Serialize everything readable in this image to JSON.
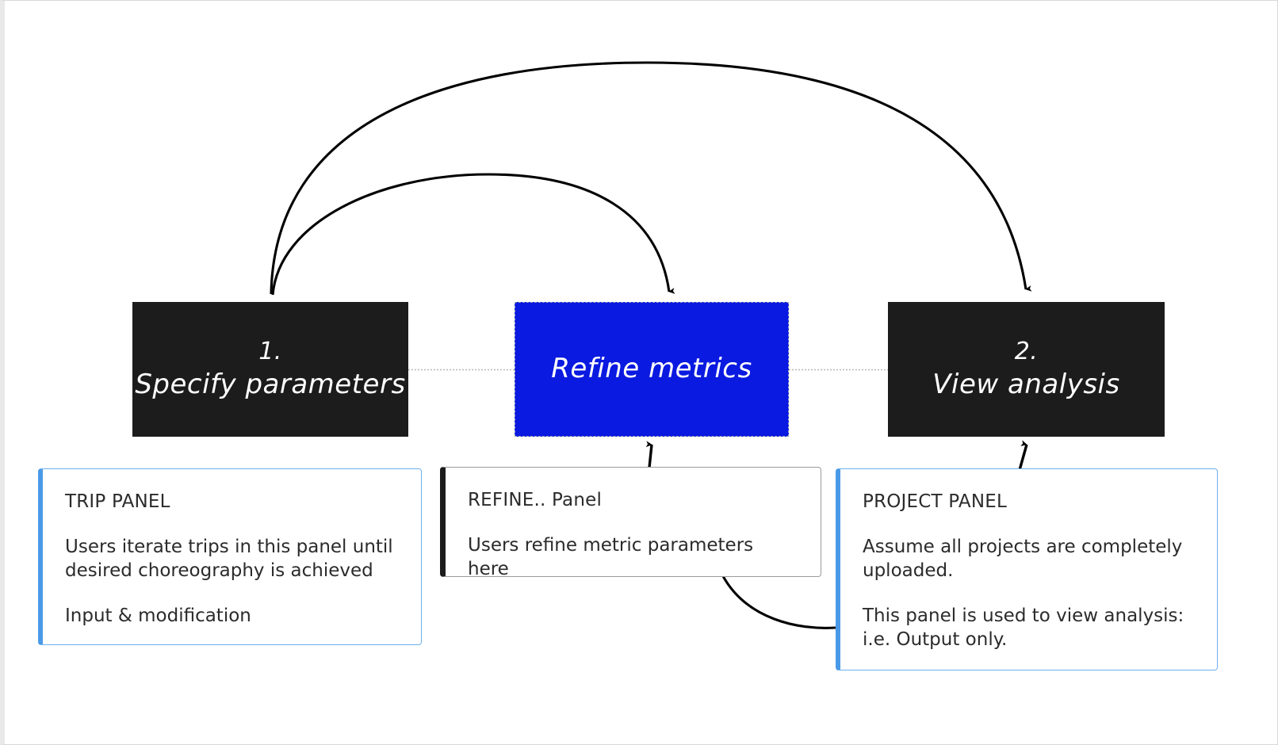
{
  "diagram": {
    "title": "User flow: specify parameters, refine metrics, view analysis",
    "colors": {
      "stage_dark": "#1c1c1c",
      "stage_accent_blue": "#0a1ae0",
      "card_accent_blue": "#4a9ae8",
      "card_border_blue": "#6cb0ee",
      "card_accent_black": "#1c1c1c",
      "connector_line": "#000000",
      "guide_line": "#b8b8b8",
      "canvas_background": "#ffffff"
    }
  },
  "stages": [
    {
      "id": "specify-parameters",
      "number": "1.",
      "title": "Specify parameters",
      "style": "dark"
    },
    {
      "id": "refine-metrics",
      "number": "",
      "title": "Refine metrics",
      "style": "accent-blue-selected"
    },
    {
      "id": "view-analysis",
      "number": "2.",
      "title": "View analysis",
      "style": "dark"
    }
  ],
  "cards": [
    {
      "id": "trip-panel",
      "header": "TRIP PANEL",
      "accent": "blue",
      "paragraphs": [
        "Users iterate trips in this panel until desired choreography is achieved",
        "Input & modification"
      ]
    },
    {
      "id": "refine-panel",
      "header": "REFINE.. Panel",
      "accent": "black",
      "paragraphs": [
        "Users refine metric parameters here"
      ]
    },
    {
      "id": "project-panel",
      "header": "PROJECT PANEL",
      "accent": "blue",
      "paragraphs": [
        "Assume all projects are completely uploaded.",
        "This panel is used to view analysis: i.e. Output only."
      ]
    }
  ],
  "connectors": [
    {
      "id": "loop-view-to-specify",
      "from": "view-analysis",
      "to": "specify-parameters",
      "kind": "curved-arrow"
    },
    {
      "id": "loop-refine-to-specify",
      "from": "refine-metrics",
      "to": "specify-parameters",
      "kind": "curved-arrow"
    },
    {
      "id": "loop-specify-to-refine",
      "from": "specify-parameters",
      "to": "refine-metrics",
      "kind": "curved-arrow"
    },
    {
      "id": "loop-to-view-analysis",
      "from": "refine-metrics",
      "to": "view-analysis",
      "kind": "curved-arrow"
    },
    {
      "id": "refine-card-to-stage",
      "from": "refine-panel",
      "to": "refine-metrics",
      "kind": "straight-arrow"
    },
    {
      "id": "project-card-to-stage",
      "from": "project-panel",
      "to": "view-analysis",
      "kind": "straight-arrow"
    },
    {
      "id": "refine-card-to-project-card",
      "from": "refine-panel",
      "to": "project-panel",
      "kind": "curved-line"
    },
    {
      "id": "guide-specify-refine",
      "from": "specify-parameters",
      "to": "refine-metrics",
      "kind": "dotted-guide"
    },
    {
      "id": "guide-refine-view",
      "from": "refine-metrics",
      "to": "view-analysis",
      "kind": "dotted-guide"
    }
  ]
}
